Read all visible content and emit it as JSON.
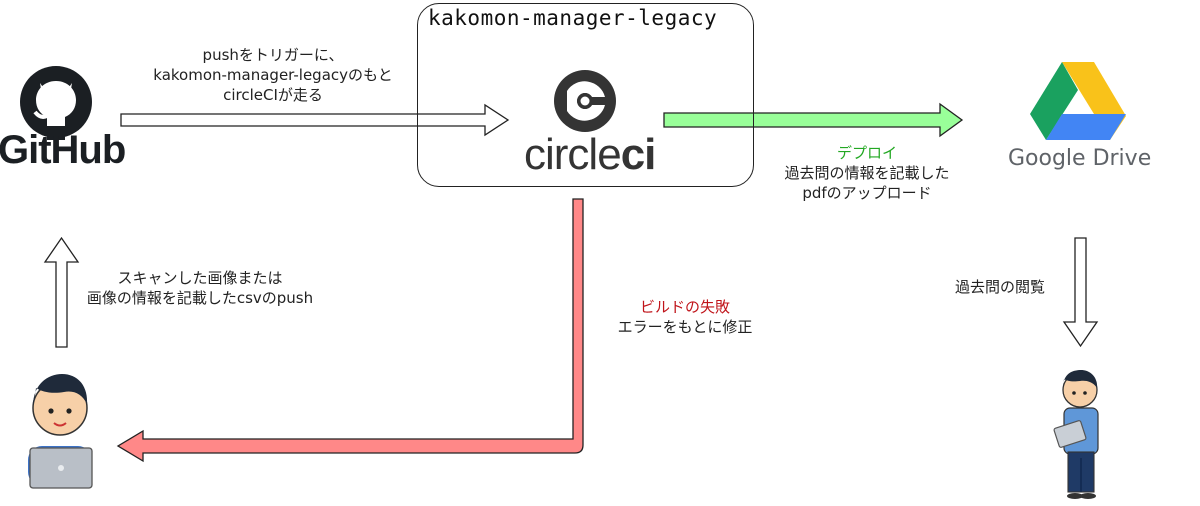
{
  "ci_box": {
    "title": "kakomon-manager-legacy"
  },
  "logos": {
    "github": "GitHub",
    "circleci_plain": "circle",
    "circleci_bold": "ci",
    "google_drive": "Google Drive"
  },
  "edges": {
    "push_trigger": {
      "line1": "pushをトリガーに、",
      "line2": "kakomon-manager-legacyのもと",
      "line3": "circleCIが走る"
    },
    "deploy": {
      "title": "デプロイ",
      "line1": "過去問の情報を記載した",
      "line2": "pdfのアップロード"
    },
    "browse": {
      "text": "過去問の閲覧"
    },
    "build_fail": {
      "title": "ビルドの失敗",
      "line1": "エラーをもとに修正"
    },
    "upload": {
      "line1": "スキャンした画像または",
      "line2": "画像の情報を記載したcsvのpush"
    }
  },
  "colors": {
    "deploy_arrow": "#99ff99",
    "fail_arrow": "#ff8888",
    "deploy_text": "#22a822",
    "fail_text": "#c0141a"
  }
}
